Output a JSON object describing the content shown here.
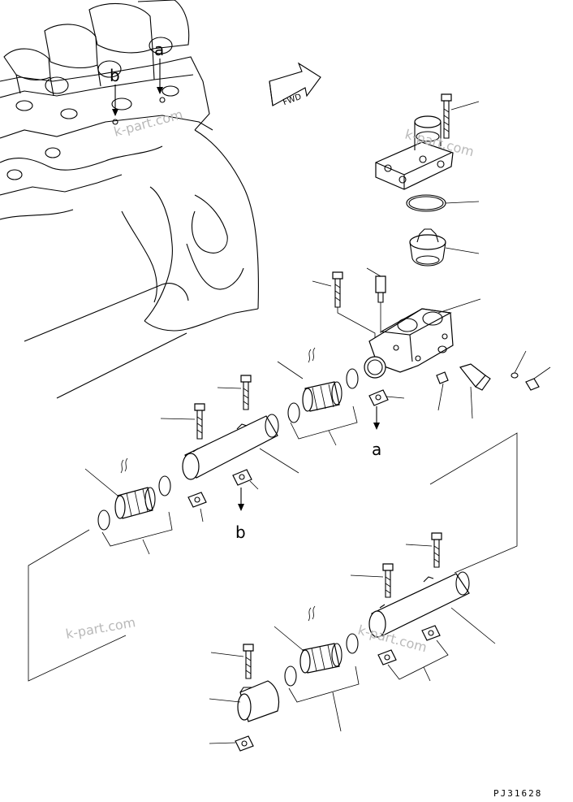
{
  "direction_label": "FWD",
  "marks": {
    "a": "a",
    "b": "b"
  },
  "watermark": "k-part.com",
  "drawing_code": "PJ31628"
}
